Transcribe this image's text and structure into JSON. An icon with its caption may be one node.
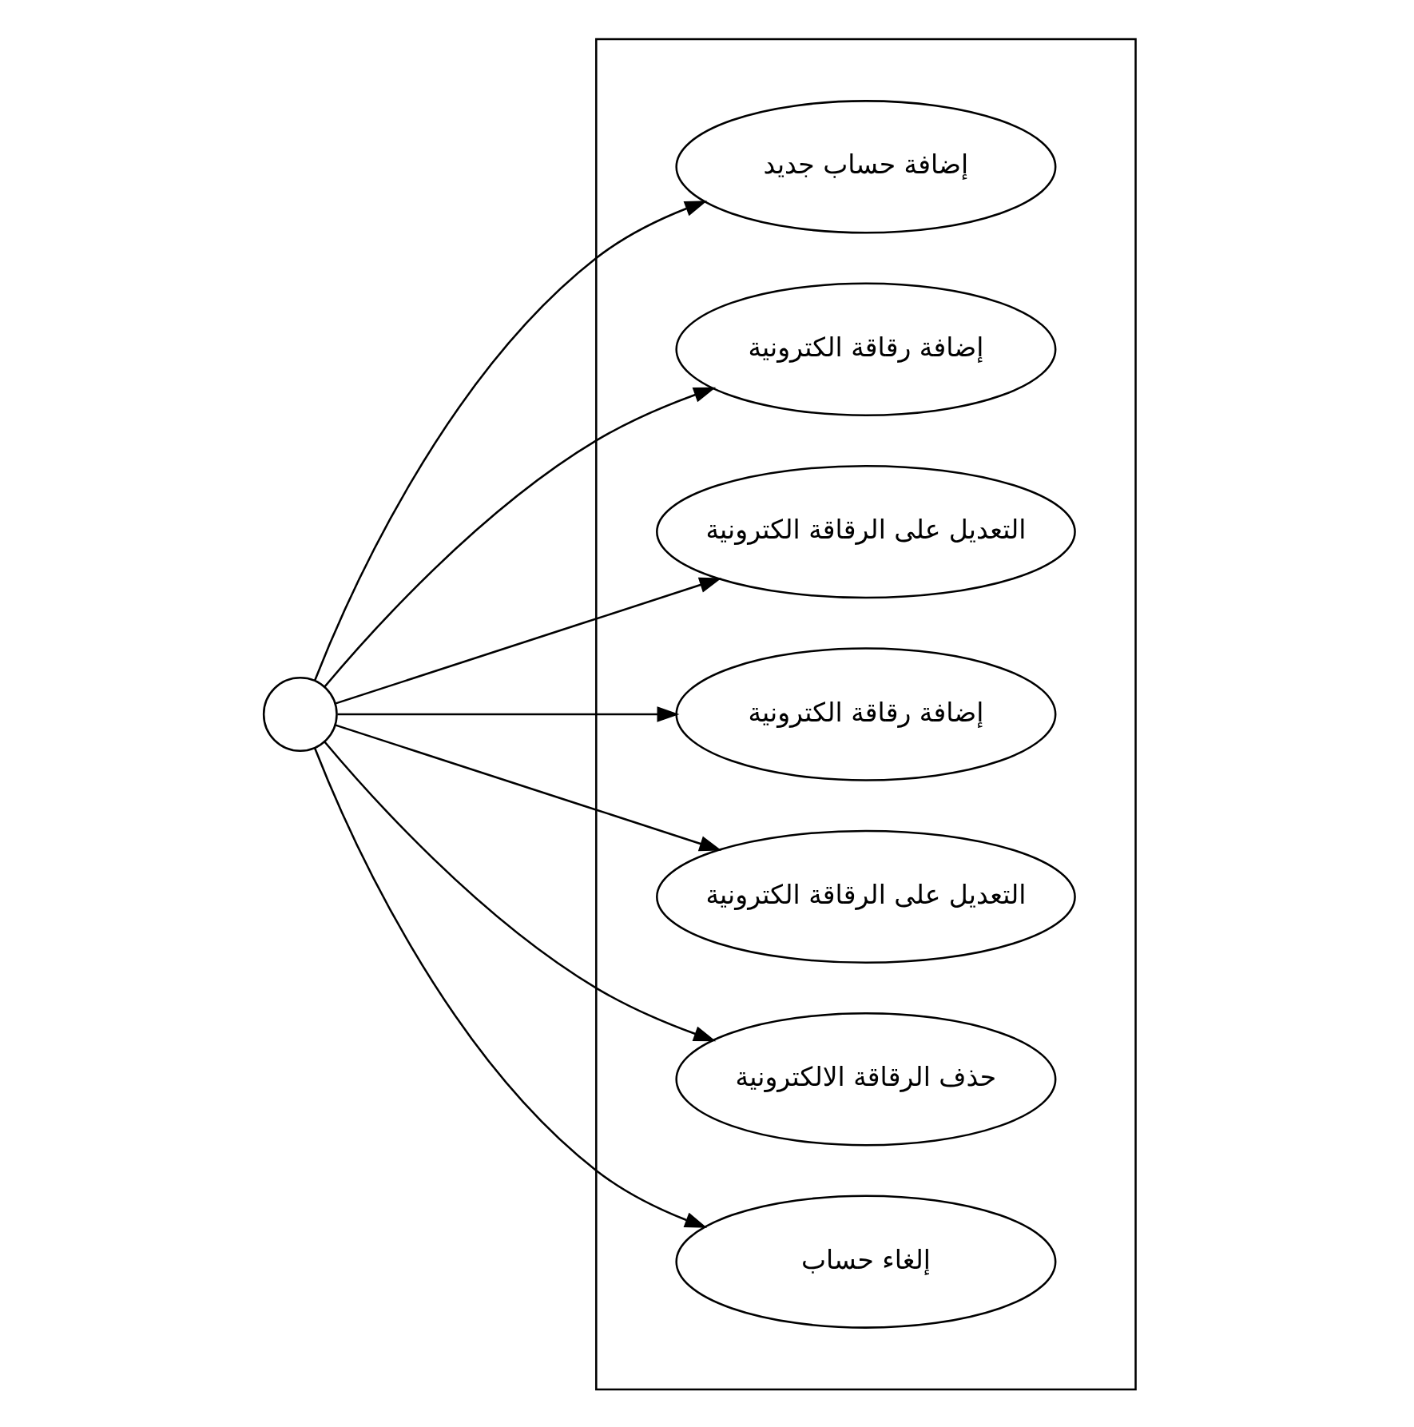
{
  "diagram": {
    "nodes": [
      {
        "text": [],
        "shape": "person"
      },
      {
        "text": [],
        "shape": "box"
      },
      {
        "text": [
          "إضافة حساب جديد"
        ],
        "in": 1
      },
      {
        "text": [
          "إضافة رقاقة الكترونية"
        ],
        "in": 1
      },
      {
        "text": [
          "التعديل على الرقاقة الكترونية"
        ],
        "in": 1
      },
      {
        "text": [
          "إضافة رقاقة الكترونية"
        ],
        "in": 1
      },
      {
        "text": [
          "التعديل على الرقاقة الكترونية"
        ],
        "in": 1
      },
      {
        "text": [
          "حذف الرقاقة الالكترونية"
        ],
        "in": 1
      },
      {
        "text": [
          "إلغاء حساب"
        ],
        "in": 1
      }
    ],
    "edges": [
      {
        "from": 0,
        "to": 2,
        "arrow": "to"
      },
      {
        "from": 0,
        "to": 3,
        "arrow": "to"
      },
      {
        "from": 0,
        "to": 4,
        "arrow": "to"
      },
      {
        "from": 0,
        "to": 5,
        "arrow": "to"
      },
      {
        "from": 0,
        "to": 6,
        "arrow": "to"
      },
      {
        "from": 0,
        "to": 7,
        "arrow": "to"
      },
      {
        "from": 0,
        "to": 8,
        "arrow": "to"
      }
    ]
  }
}
